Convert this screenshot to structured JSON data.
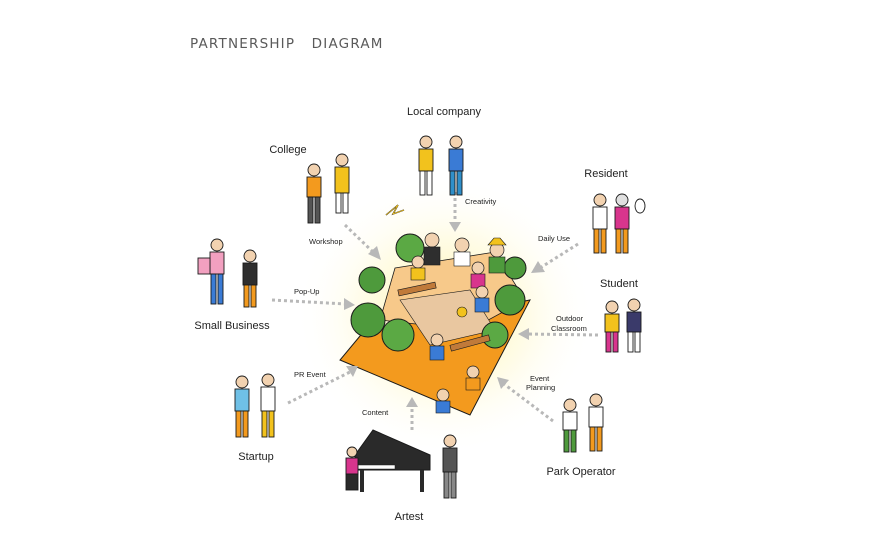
{
  "title": "PARTNERSHIP   DIAGRAM",
  "center": {
    "name": "park-illustration"
  },
  "nodes": [
    {
      "id": "local-company",
      "label": "Local company",
      "flow": "Creativity"
    },
    {
      "id": "college",
      "label": "College",
      "flow": "Workshop"
    },
    {
      "id": "resident",
      "label": "Resident",
      "flow": "Daily Use"
    },
    {
      "id": "small-business",
      "label": "Small Business",
      "flow": "Pop-Up"
    },
    {
      "id": "student",
      "label": "Student",
      "flow": "Outdoor\nClassroom"
    },
    {
      "id": "startup",
      "label": "Startup",
      "flow": "PR Event"
    },
    {
      "id": "park-operator",
      "label": "Park Operator",
      "flow": "Event\nPlanning"
    },
    {
      "id": "artest",
      "label": "Artest",
      "flow": "Content"
    }
  ],
  "colors": {
    "park_orange": "#f39a1e",
    "tree_green": "#4e9a3c",
    "arrow_gray": "#b8b8b8",
    "glow_yellow": "#fff3b0"
  }
}
